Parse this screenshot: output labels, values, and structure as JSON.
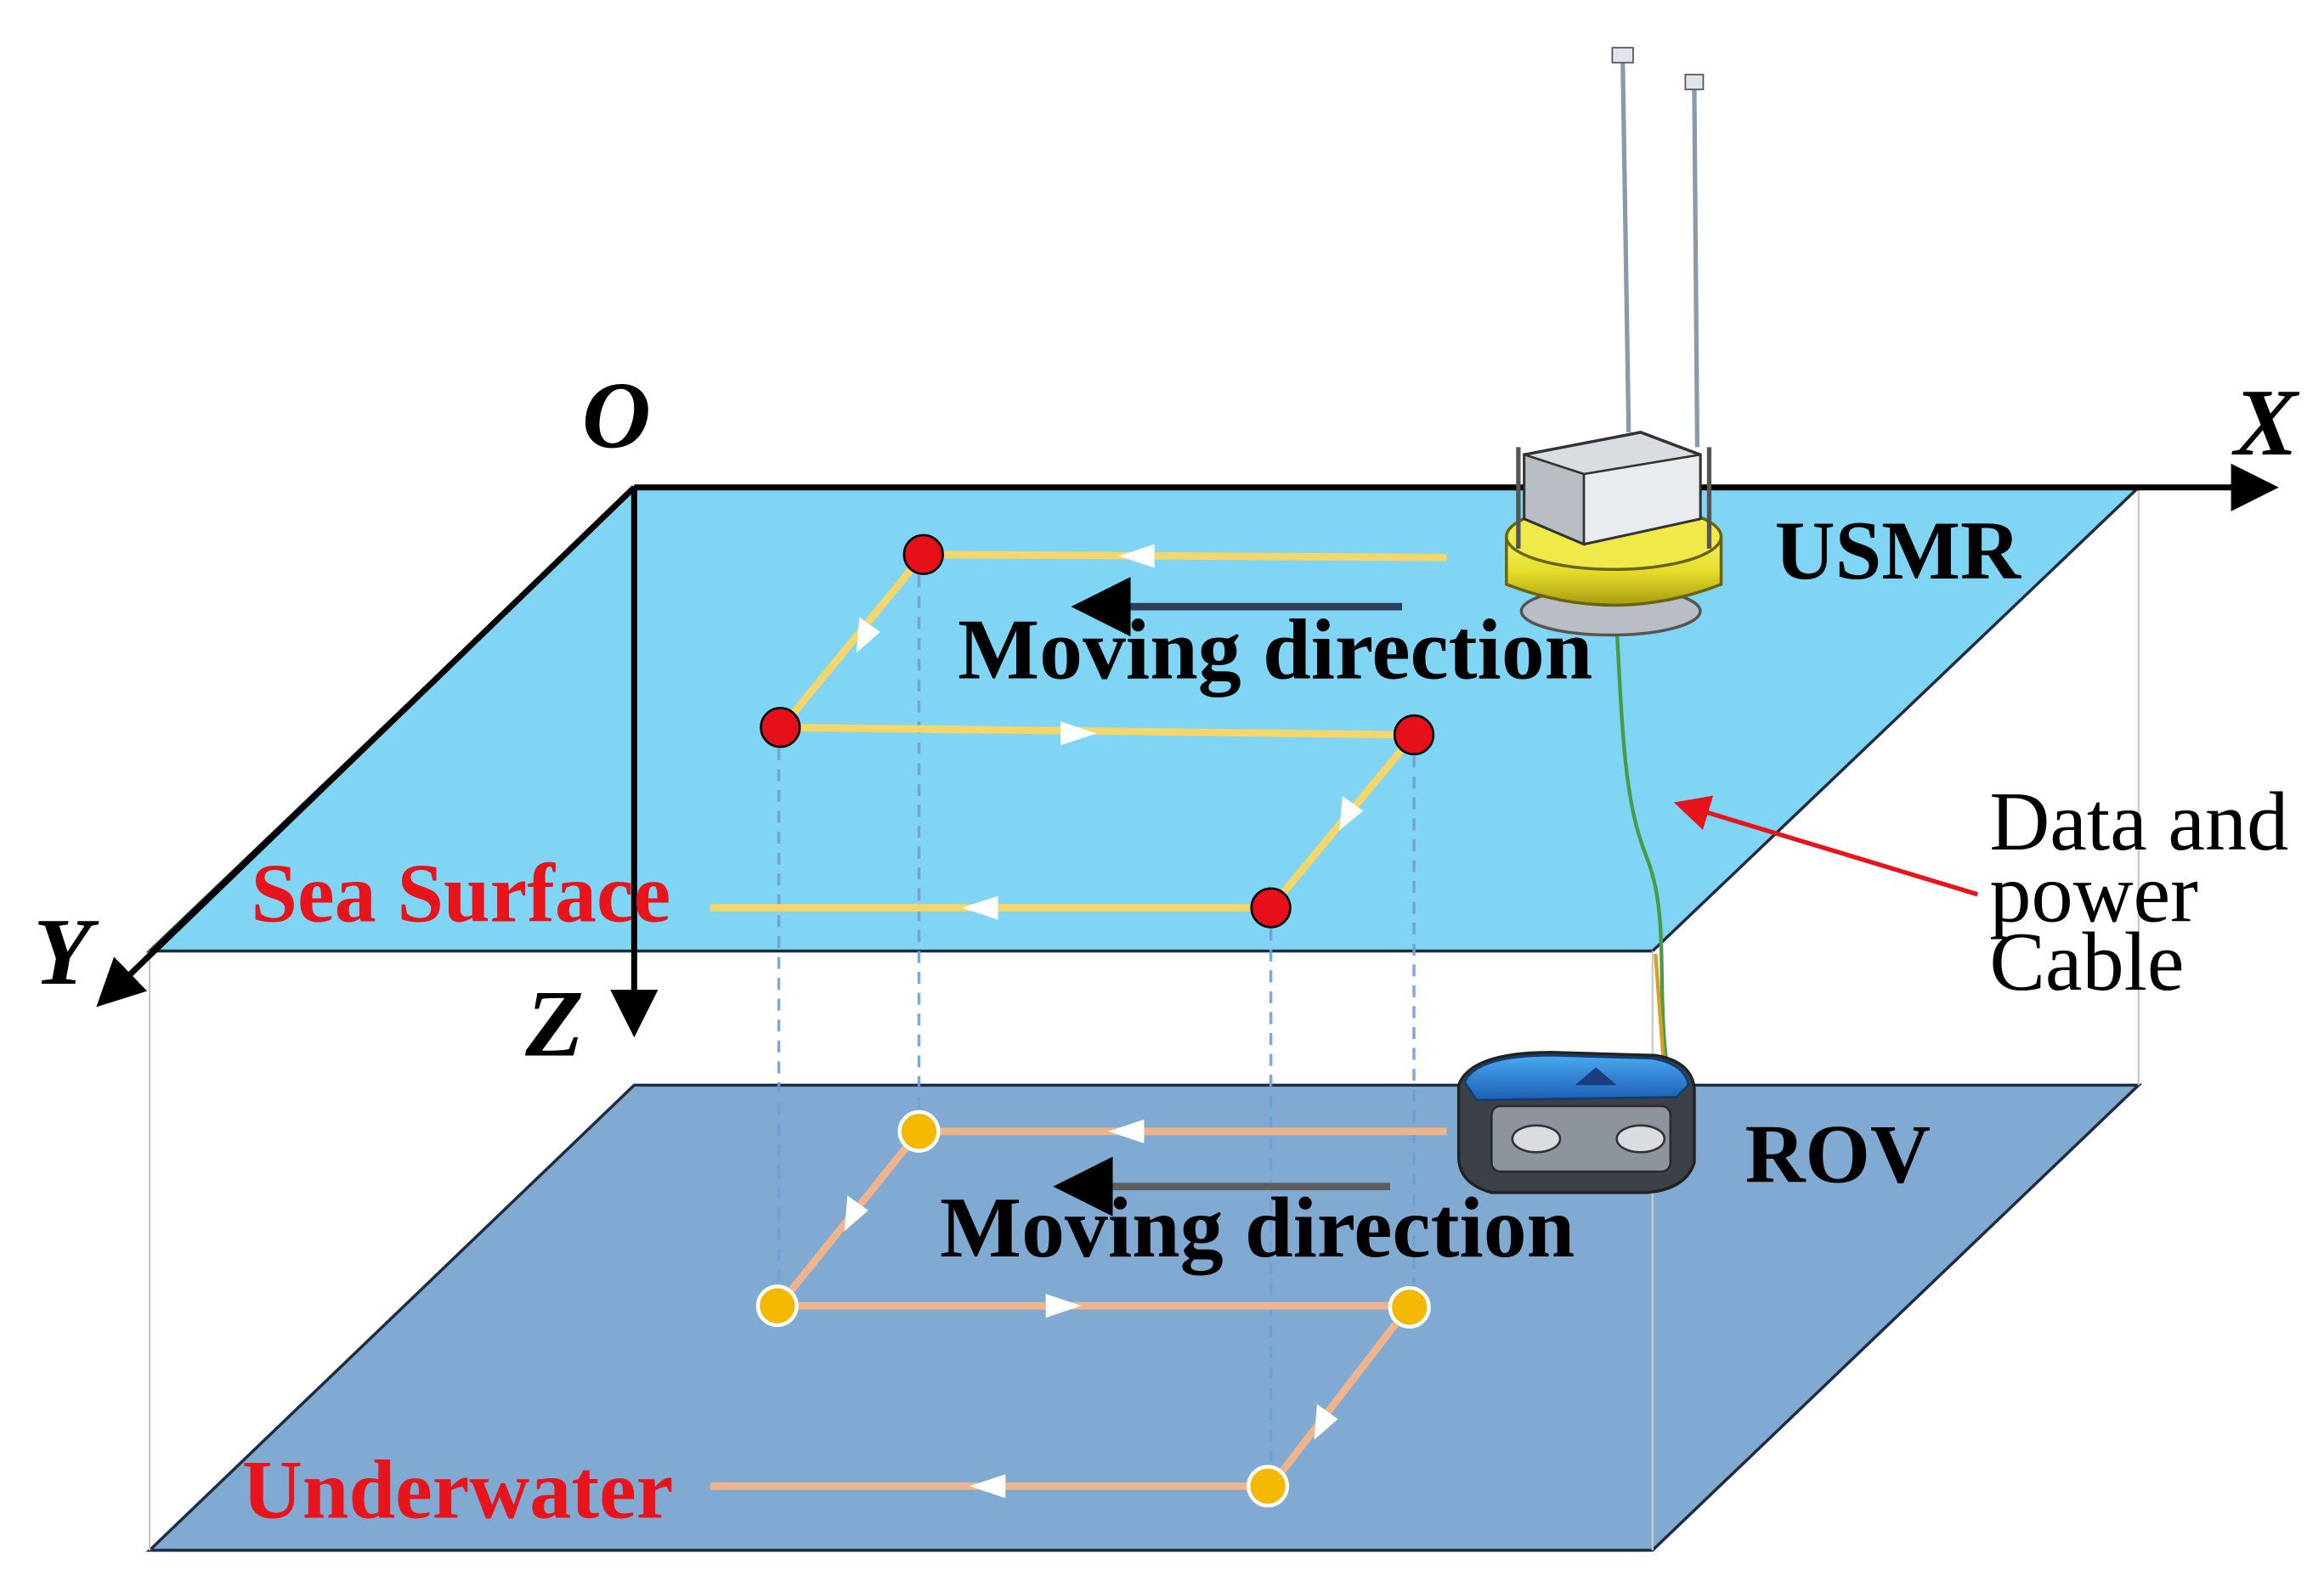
{
  "axes": {
    "origin": "O",
    "x": "X",
    "y": "Y",
    "z": "Z"
  },
  "planes": {
    "surface": {
      "label": "Sea Surface",
      "label_color": "#e8141c",
      "fill": "#7fd5f3"
    },
    "underwater": {
      "label": "Underwater",
      "label_color": "#e8141c",
      "fill": "#80aad2"
    }
  },
  "paths": {
    "surface": {
      "line_color": "#f5d66a",
      "waypoint_color": "#e6101a"
    },
    "underwater": {
      "line_color": "#f0b48c",
      "waypoint_color": "#f5b800"
    }
  },
  "moving_direction": {
    "surface": "Moving direction",
    "underwater": "Moving direction"
  },
  "devices": {
    "usmr": {
      "label": "USMR",
      "icon": "usmr-buoy-icon"
    },
    "rov": {
      "label": "ROV",
      "icon": "rov-vehicle-icon"
    }
  },
  "cable": {
    "lines": [
      "Data and",
      "power",
      "Cable"
    ],
    "arrow_color": "#e8141c"
  }
}
